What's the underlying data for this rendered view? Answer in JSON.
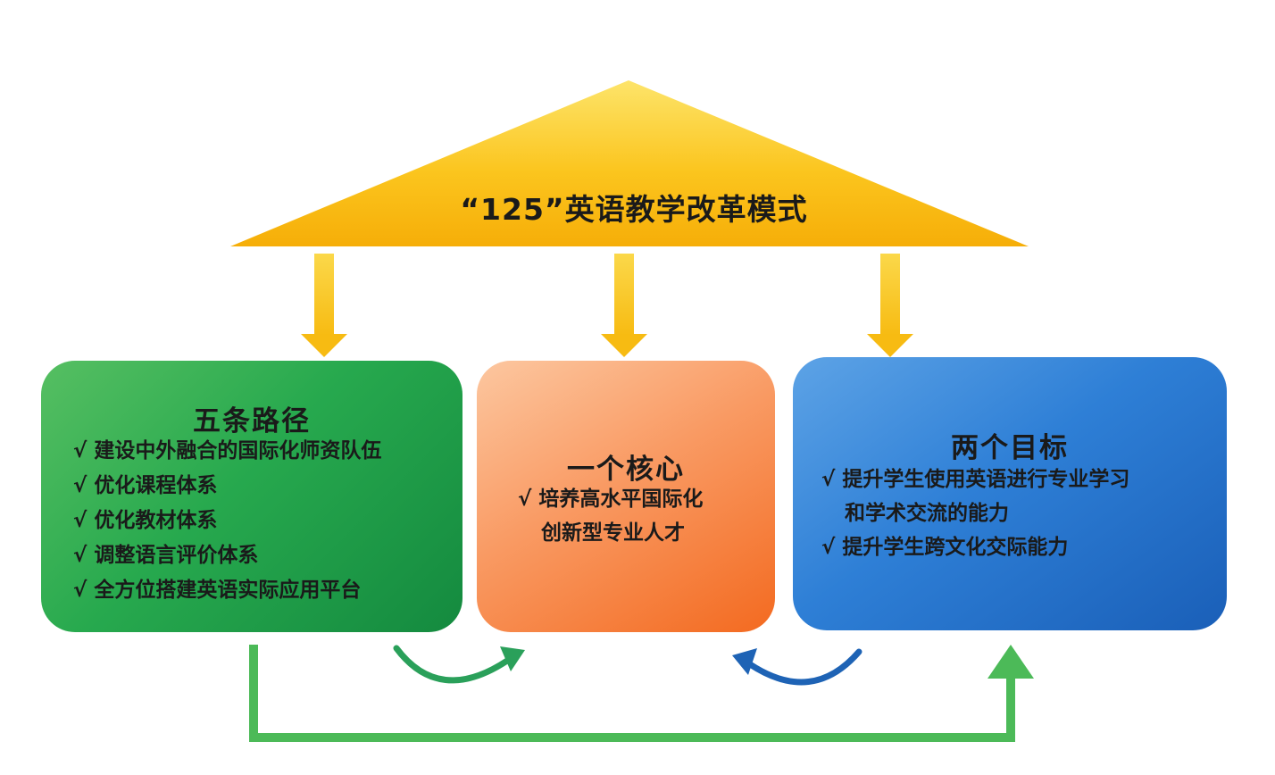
{
  "title": "“125”英语教学改革模式",
  "boxes": {
    "paths": {
      "title": "五条路径",
      "items": [
        "√ 建设中外融合的国际化师资队伍",
        "√ 优化课程体系",
        "√ 优化教材体系",
        "√ 调整语言评价体系",
        "√ 全方位搭建英语实际应用平台"
      ]
    },
    "core": {
      "title": "一个核心",
      "items": [
        "√ 培养高水平国际化",
        "创新型专业人才"
      ]
    },
    "goals": {
      "title": "两个目标",
      "items": [
        "√ 提升学生使用英语进行专业学习",
        "和学术交流的能力",
        "√ 提升学生跨文化交际能力"
      ]
    }
  },
  "colors": {
    "triangle": "#fbc51e",
    "down_arrows": "#f9c51c",
    "paths_box": "#27a94e",
    "core_box": "#f7843a",
    "goals_box": "#2e7fd6",
    "loop_arrow": "#4cba58",
    "green_curve": "#2aa05a",
    "blue_curve": "#1e63b5"
  }
}
